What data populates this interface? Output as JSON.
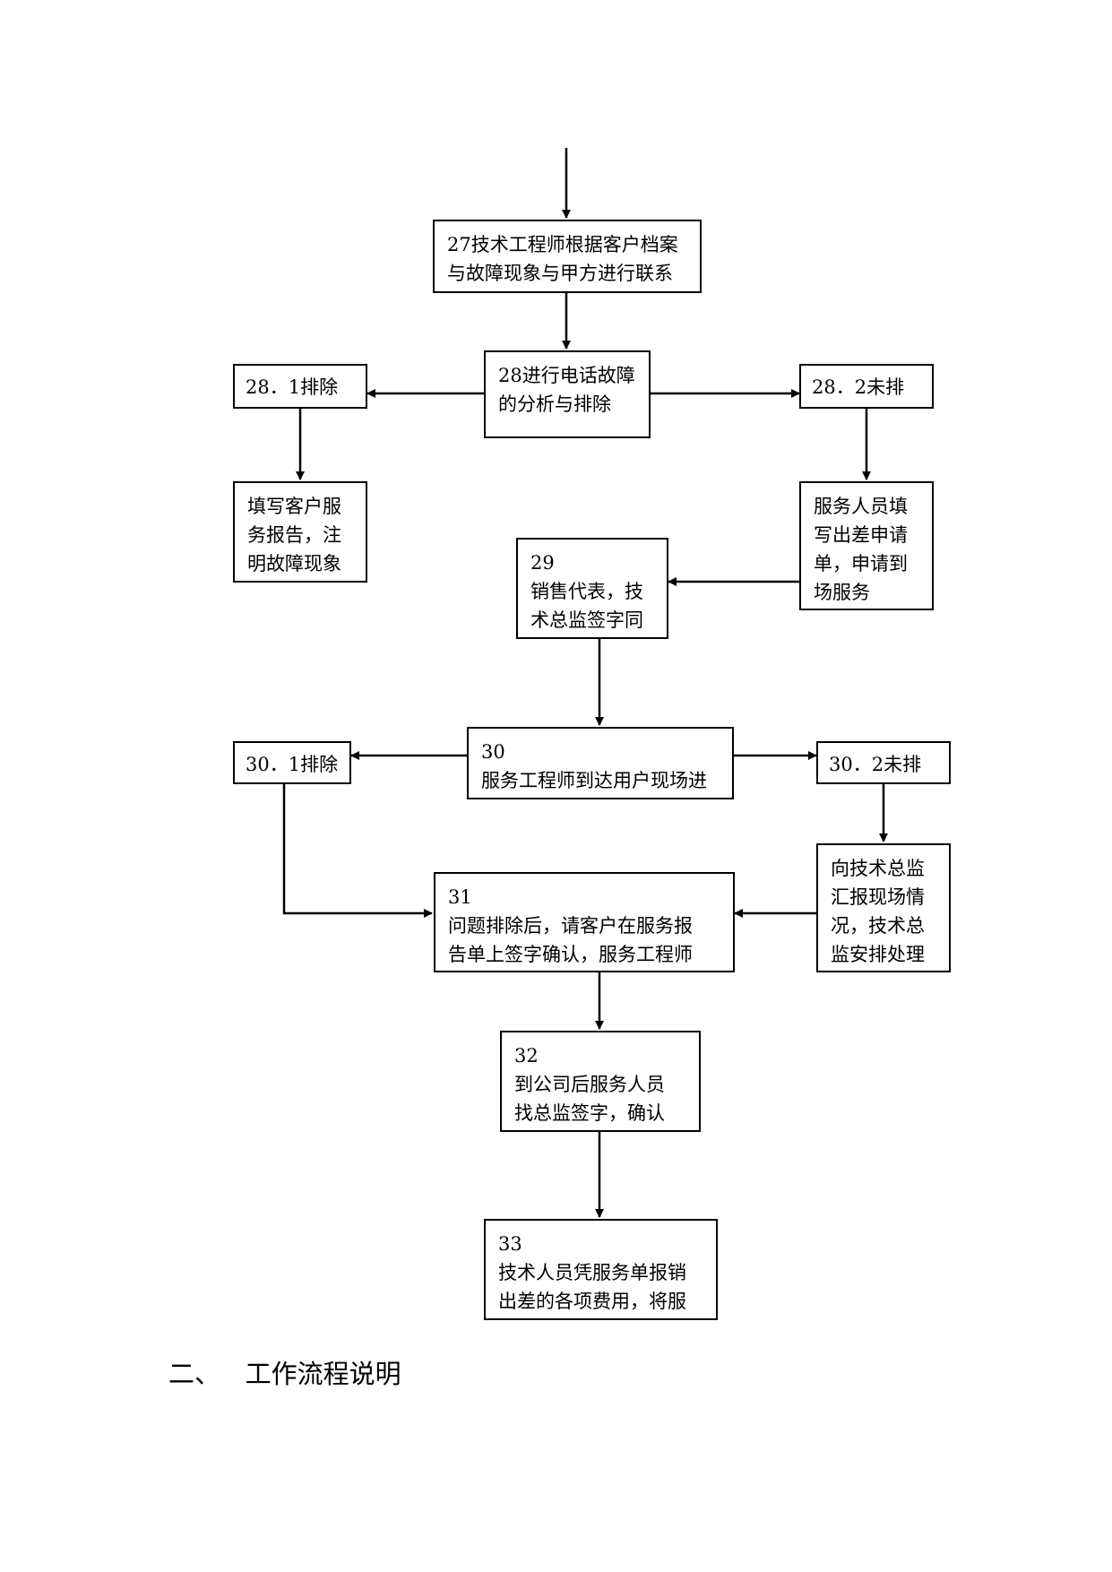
{
  "flowchart": {
    "nodes": {
      "n27": "27技术工程师根据客户档案\n与故障现象与甲方进行联系",
      "n28": "28进行电话故障\n的分析与排除",
      "n28_1": "28．1排除",
      "n28_2": "28．2未排",
      "n28_1_next": "填写客户服\n务报告，注\n明故障现象",
      "n28_2_next": "服务人员填\n写出差申请\n单，申请到\n场服务",
      "n29": "29\n销售代表，技\n术总监签字同",
      "n30": "30\n服务工程师到达用户现场进",
      "n30_1": "30．1排除",
      "n30_2": "30．2未排",
      "n30_2_next": "向技术总监\n汇报现场情\n况，技术总\n监安排处理",
      "n31": "31\n问题排除后，请客户在服务报\n告单上签字确认，服务工程师",
      "n32": "32\n到公司后服务人员\n找总监签字，确认",
      "n33": "33\n技术人员凭服务单报销\n出差的各项费用，将服"
    }
  },
  "section": {
    "heading": "二、   工作流程说明"
  }
}
